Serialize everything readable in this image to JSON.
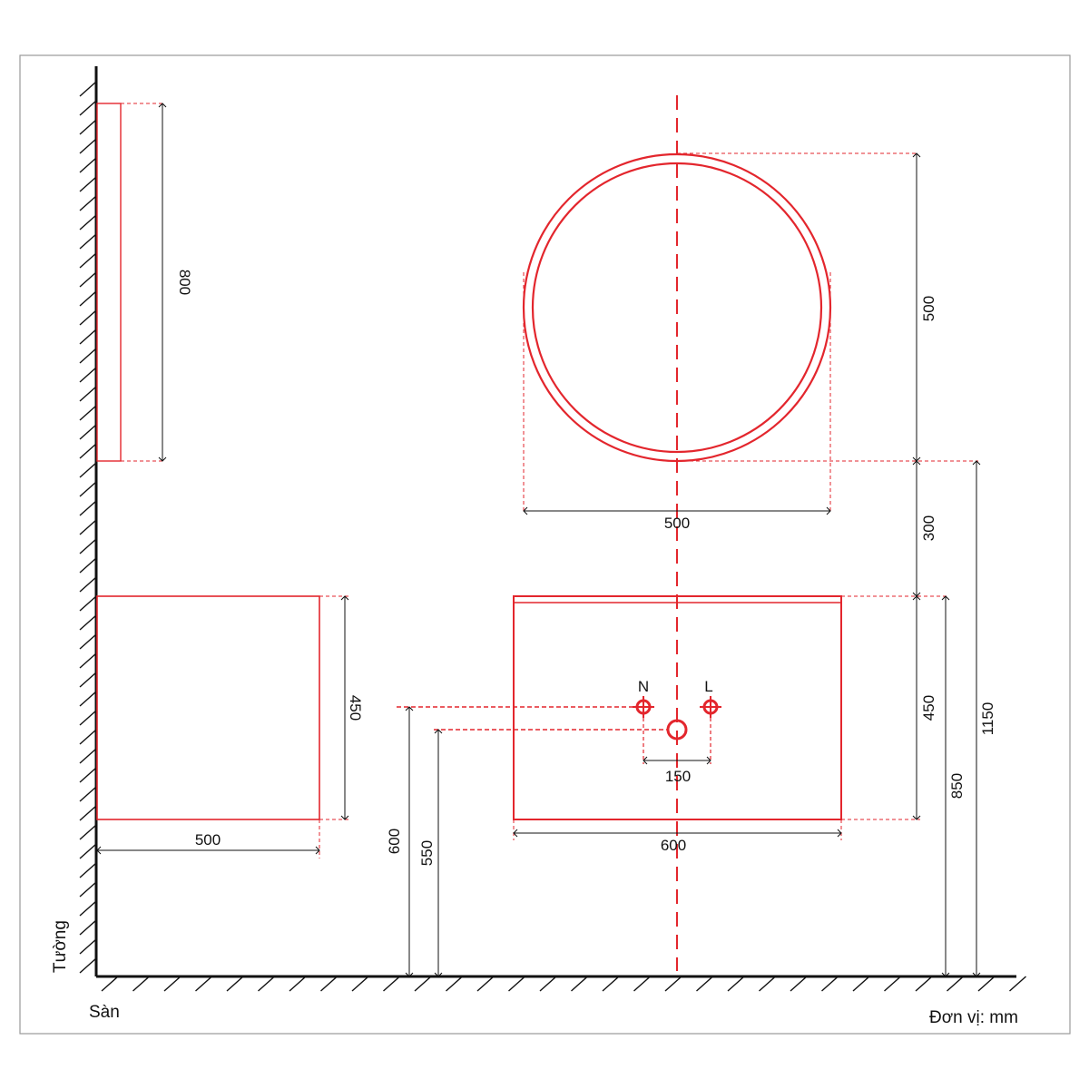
{
  "colors": {
    "accent": "#e3262d",
    "ink": "#111111",
    "frame": "#9a9a9a"
  },
  "labels": {
    "wall": "Tường",
    "floor": "Sàn",
    "unit": "Đơn vị: mm",
    "outlet_n": "N",
    "outlet_l": "L"
  },
  "dimensions": {
    "mirror_side_height": "800",
    "mirror_diameter_vertical": "500",
    "mirror_diameter_horizontal": "500",
    "gap_mirror_to_cabinet": "300",
    "cabinet_side_height": "450",
    "cabinet_side_depth": "500",
    "cabinet_front_height": "450",
    "cabinet_front_width": "600",
    "pipe_spacing": "150",
    "cold_hot_height": "600",
    "drain_height": "550",
    "cabinet_top_height": "850",
    "mirror_bottom_height": "1150"
  }
}
